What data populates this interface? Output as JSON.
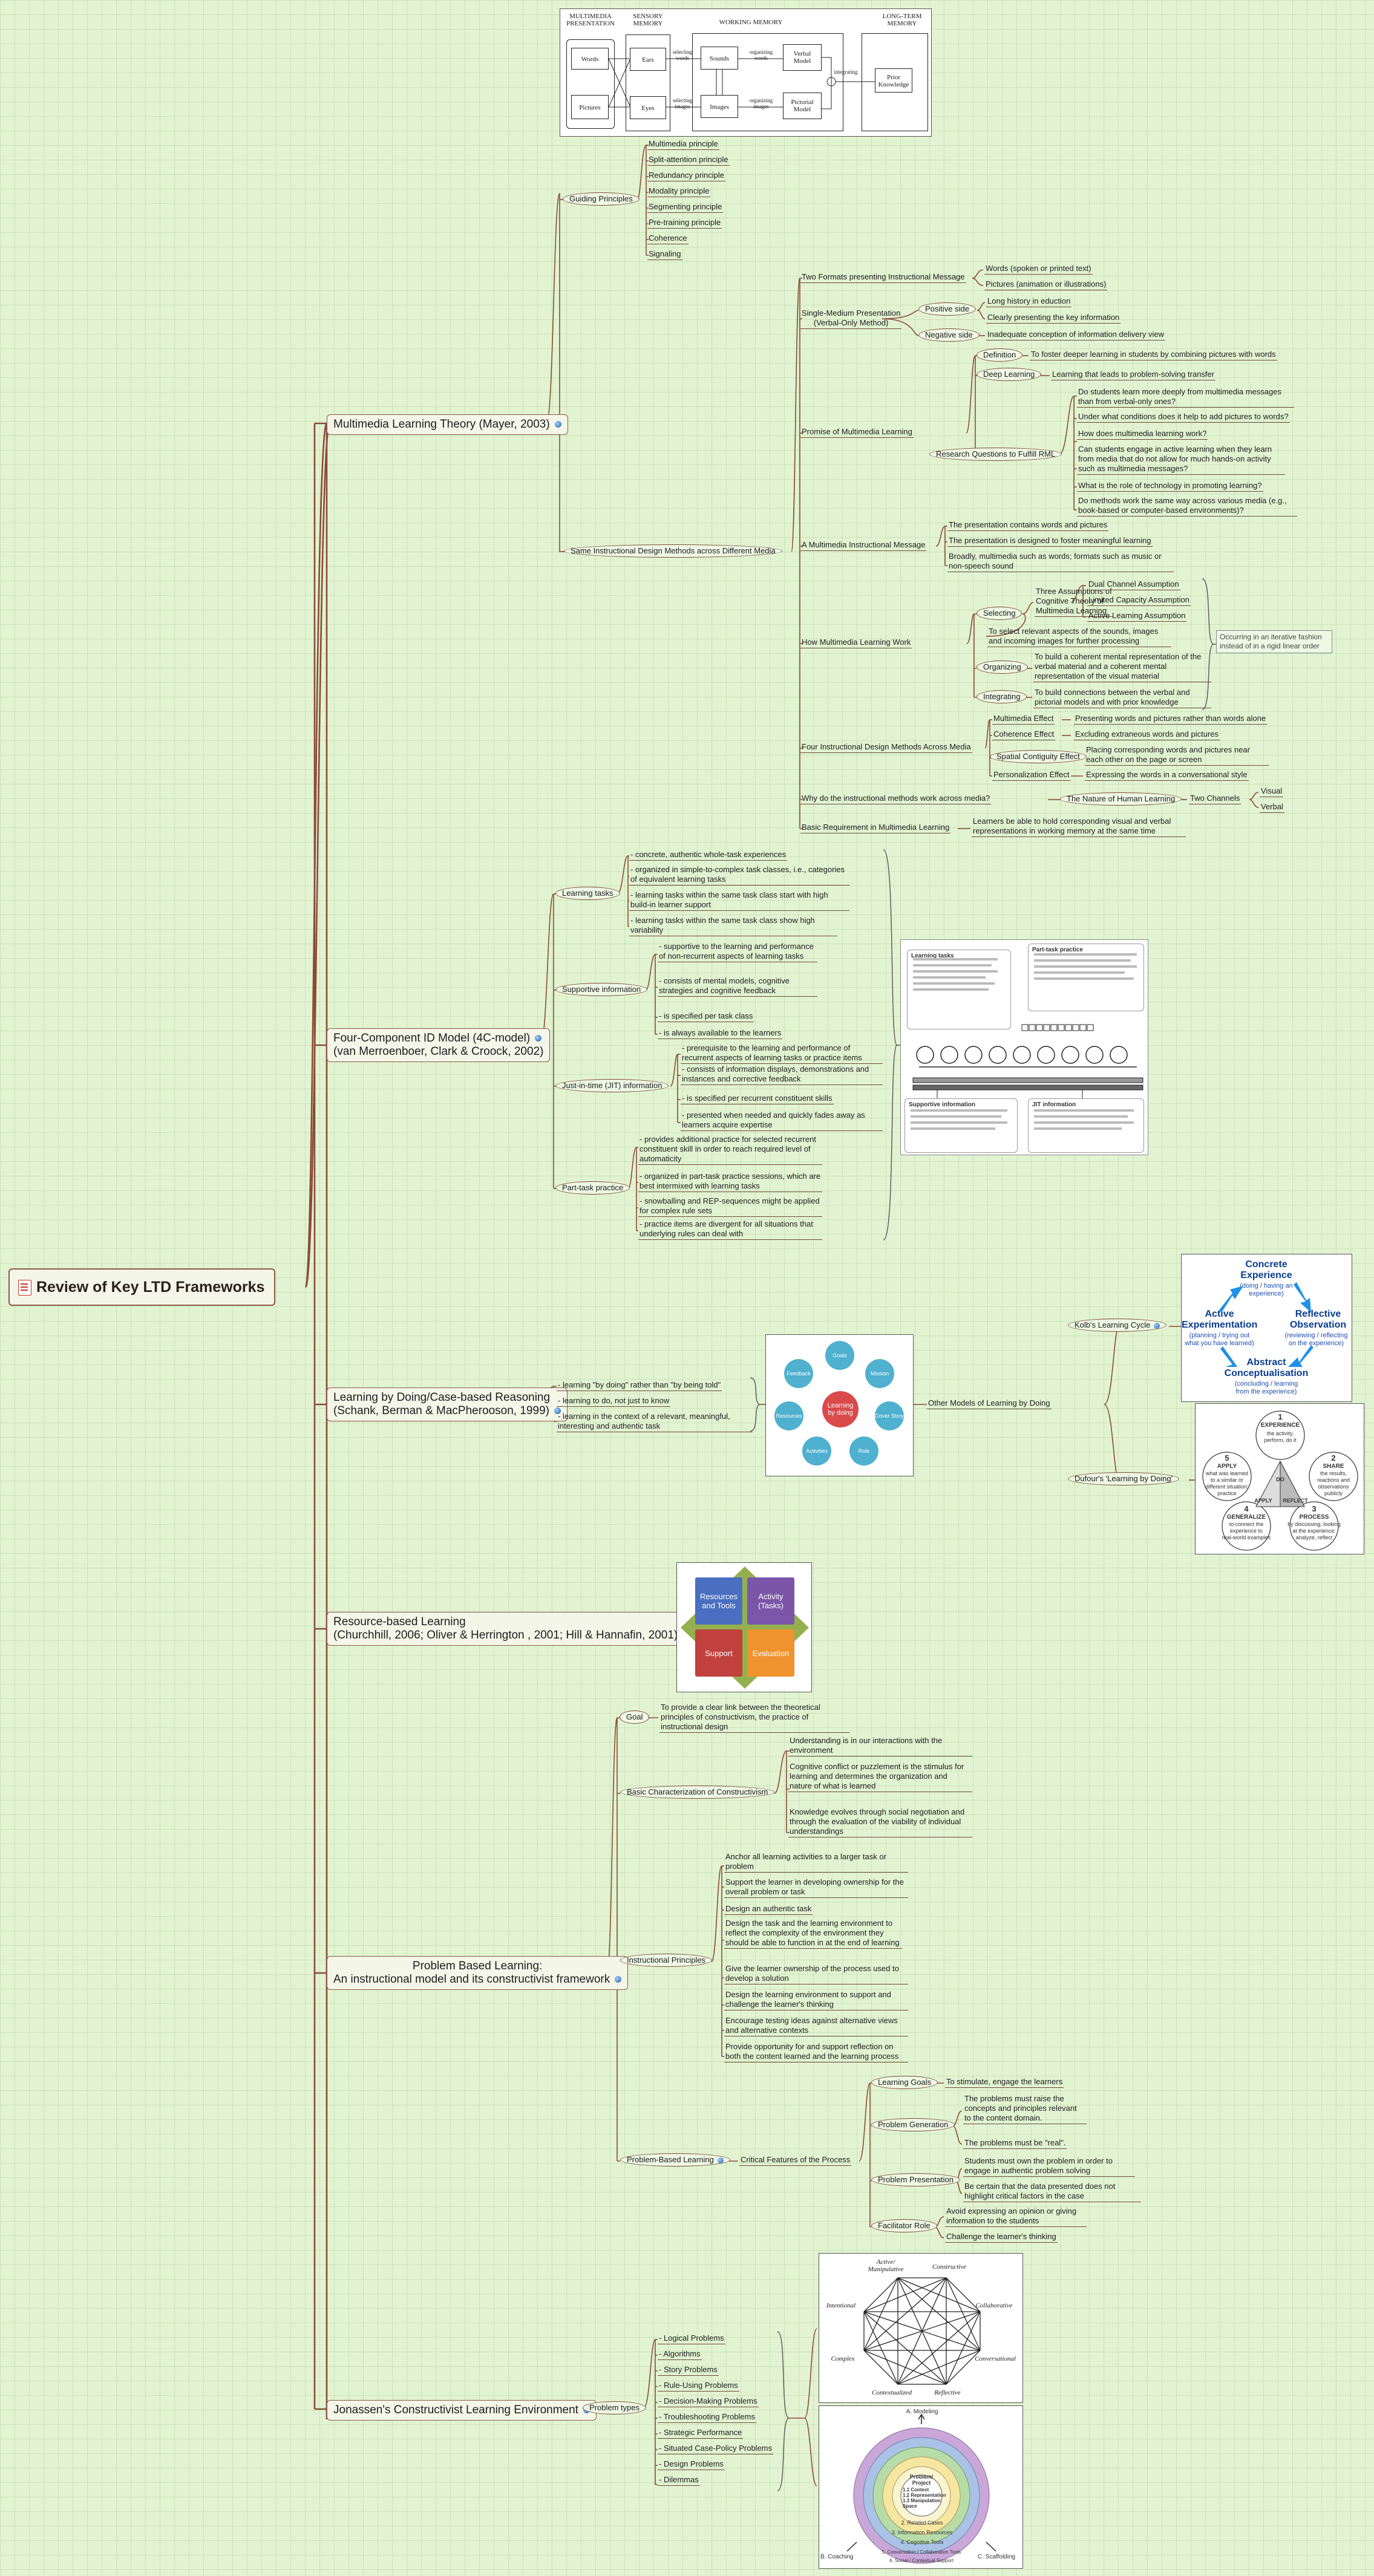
{
  "root": {
    "title": "Review of Key LTD Frameworks"
  },
  "branches": {
    "multimedia": "Multimedia Learning Theory (Mayer, 2003)",
    "fourc_1": "Four-Component ID Model (4C-model)",
    "fourc_2": "(van Merroenboer, Clark & Croock, 2002)",
    "lbd_1": "Learning by Doing/Case-based Reasoning",
    "lbd_2": "(Schank, Berman & MacPherooson, 1999)",
    "rbl_1": "Resource-based Learning",
    "rbl_2": "(Churchhill, 2006; Oliver & Herrington , 2001; Hill & Hannafin, 2001)",
    "pbl_1": "Problem Based Learning:",
    "pbl_2": "An instructional model and its constructivist framework",
    "jcle": "Jonassen's Constructivist Learning Environment"
  },
  "mayer_diagram": {
    "h_multimedia": "MULTIMEDIA\nPRESENTATION",
    "h_sensory": "SENSORY\nMEMORY",
    "h_working": "WORKING MEMORY",
    "h_long": "LONG-TERM\nMEMORY",
    "words": "Words",
    "pictures": "Pictures",
    "ears": "Ears",
    "eyes": "Eyes",
    "sounds": "Sounds",
    "images": "Images",
    "verbal": "Verbal\nModel",
    "pictorial": "Pictorial\nModel",
    "prior": "Prior\nKnowledge",
    "sel_words": "selecting\nwords",
    "sel_images": "selecting\nimages",
    "org_words": "organizing\nwords",
    "org_images": "organizing\nimages",
    "integrating": "integrating"
  },
  "guiding": {
    "label": "Guiding Principles",
    "items": [
      "Multimedia principle",
      "Split-attention principle",
      "Redundancy principle",
      "Modality principle",
      "Segmenting principle",
      "Pre-training principle",
      "Coherence",
      "Signaling"
    ]
  },
  "same_methods": "Same Instructional Design Methods across Different Media",
  "two_formats": {
    "label": "Two Formats presenting Instructional Message",
    "items": [
      "Words (spoken or printed text)",
      "Pictures (animation or illustrations)"
    ]
  },
  "single_medium": {
    "label": "Single-Medium Presentation\n(Verbal-Only Method)",
    "positive": "Positive side",
    "positive_items": [
      "Long history in eduction",
      "Clearly presenting the key information"
    ],
    "negative": "Negative side",
    "negative_items": [
      "Inadequate conception of information delivery view"
    ]
  },
  "promise": {
    "label": "Promise of Multimedia Learning",
    "definition": "Definition",
    "definition_text": "To foster deeper learning in students by combining pictures with words",
    "deep": "Deep Learning",
    "deep_text": "Learning that leads to problem-solving transfer",
    "rq": "Research Questions to Fulfill RML",
    "rq_items": [
      "Do students learn more deeply from multimedia messages than from verbal-only ones?",
      "Under what conditions does it help to add pictures to words?",
      "How does multimedia learning work?",
      "Can students engage in active learning when they learn from media that do not allow for much hands-on activity such as multimedia messages?",
      "What is the role of technology in promoting learning?",
      "Do methods work the same way across various media (e.g., book-based or computer-based environments)?"
    ]
  },
  "mim": {
    "label": "A Multimedia Instructional Message",
    "items": [
      "The presentation contains words and pictures",
      "The presentation is designed to foster meaningful learning",
      "Broadly, multimedia such as words; formats such as music or non-speech sound"
    ]
  },
  "how_works": {
    "label": "How Multimedia Learning Work",
    "selecting": "Selecting",
    "three": "Three Assumptions of\nCognitive Theory of\nMultimedia Learning",
    "assumptions": [
      "Dual Channel Assumption",
      "Limited Capacity Assumption",
      "Active Learning Assumption"
    ],
    "selecting_text": "To select relevant aspects of the sounds, images and incoming images for further processing",
    "organizing": "Organizing",
    "organizing_text": "To build a coherent mental representation of the verbal material and a coherent mental representation of the visual material",
    "integrating": "Integrating",
    "integrating_text": "To build connections between the verbal and pictorial models and with prior knowledge",
    "iterative": "Occurring in an iterative fashion instead of in a rigid linear order"
  },
  "four_methods": {
    "label": "Four Instructional Design Methods Across Media",
    "items": [
      {
        "name": "Multimedia Effect",
        "text": "Presenting words and pictures rather than words alone"
      },
      {
        "name": "Coherence Effect",
        "text": "Excluding extraneous words and pictures"
      },
      {
        "name": "Spatial Contiguity Effect",
        "text": "Placing corresponding words and pictures near each other on the page or screen"
      },
      {
        "name": "Personalization Effect",
        "text": "Expressing the words in a conversational style"
      }
    ]
  },
  "why": {
    "label": "Why do the instructional methods work across media?",
    "nature": "The Nature of Human Learning",
    "channels": "Two Channels",
    "visual": "Visual",
    "verbal": "Verbal"
  },
  "basic_req": {
    "label": "Basic Requirement in Multimedia Learning",
    "text": "Learners be able to hold corresponding visual and verbal representations in working memory at the same time"
  },
  "fourc": {
    "learning_tasks": "Learning tasks",
    "lt_items": [
      "- concrete, authentic whole-task experiences",
      "- organized in simple-to-complex task classes, i.e., categories of equivalent learning tasks",
      "- learning tasks within the same task class start with high build-in learner support",
      "- learning tasks within the same task class show high variability"
    ],
    "supportive": "Supportive information",
    "si_items": [
      "- supportive to the learning and performance of non-recurrent aspects of learning tasks",
      "- consists of mental models, cognitive strategies and cognitive feedback",
      "- is specified per task class",
      "- is always available to the learners"
    ],
    "jit": "Just-in-time (JIT) information",
    "jit_items": [
      "- prerequisite to the learning and performance of recurrent aspects of learning tasks or practice items",
      "- consists of information displays, demonstrations and instances and corrective feedback",
      "- is specified per recurrent constituent skills",
      "- presented when needed and quickly fades away as learners acquire expertise"
    ],
    "parttask": "Part-task practice",
    "pt_items": [
      "- provides additional practice for selected recurrent constituent skill in order to reach required level of automaticity",
      "- organized in part-task practice sessions, which are best intermixed with learning tasks",
      "- snowballing and REP-sequences might be applied for complex rule sets",
      "- practice items are divergent for all situations that underlying rules can deal with"
    ],
    "diag_lt": "Learning tasks",
    "diag_pt": "Part-task practice",
    "diag_si": "Supportive information",
    "diag_jit": "JIT information"
  },
  "lbd": {
    "items": [
      "- learning \"by doing\" rather than \"by being told\"",
      "- learning to do, not just to know",
      "- learning in the context of a relevant, meaningful, interesting and authentic task"
    ],
    "other": "Other Models of Learning by Doing",
    "kolb": "Kolb's Learning Cycle",
    "dufour": "Dufour's 'Learning by Doing'",
    "center": "Learning\nby doing",
    "circles": [
      "Goals",
      "Mission",
      "Cover Story",
      "Role",
      "Activities",
      "Resources",
      "Feedback"
    ]
  },
  "kolb_diagram": {
    "ce": "Concrete\nExperience",
    "ce_sub": "(doing / having an\nexperience)",
    "ro": "Reflective\nObservation",
    "ro_sub": "(reviewing / reflecting\non the experience)",
    "ac": "Abstract\nConceptualisation",
    "ac_sub": "(concluding / learning\nfrom the experience)",
    "ae": "Active\nExperimentation",
    "ae_sub": "(planning / trying out\nwhat you have learned)"
  },
  "dufour_diagram": {
    "n1": "1",
    "l1": "EXPERIENCE",
    "s1": "the activity,\nperform, do it",
    "n2": "2",
    "l2": "SHARE",
    "s2": "the results,\nreactions and\nobservations\npublicly",
    "n3": "3",
    "l3": "PROCESS",
    "s3": "by discussing, looking\nat the experience:\nanalyze, reflect",
    "n4": "4",
    "l4": "GENERALIZE",
    "s4": "to connect the\nexperience to\nreal-world examples",
    "n5": "5",
    "l5": "APPLY",
    "s5": "what was learned\nto a similar or\ndifferent situation;\npractice",
    "do": "DO",
    "apply": "APPLY",
    "reflect": "REFLECT"
  },
  "rbl_diagram": {
    "q1": "Resources\nand Tools",
    "q2": "Activity\n(Tasks)",
    "q3": "Support",
    "q4": "Evaluation"
  },
  "pbl": {
    "goal": "Goal",
    "goal_text": "To provide a clear link between the theoretical principles of constructivism, the practice of instructional design",
    "basic": "Basic Characterization of Constructivism",
    "basic_items": [
      "Understanding is in our interactions with the environment",
      "Cognitive conflict or puzzlement is the stimulus for learning and determines the organization and nature of what is learned",
      "Knowledge evolves through social negotiation and through the evaluation of the viability of individual understandings"
    ],
    "principles": "Instructional Principles",
    "principle_items": [
      "Anchor all learning activities to a larger task or problem",
      "Support the learner in developing ownership for the overall problem or task",
      "Design an authentic task",
      "Design the task and the learning environment to reflect the complexity of the environment they should be able to function in at the end of learning",
      "Give the learner ownership of the process used to develop a solution",
      "Design the learning environment to support and challenge the learner's thinking",
      "Encourage testing ideas against alternative views and alternative contexts",
      "Provide opportunity for and support reflection on both the content learned and the learning process"
    ],
    "pbl_node": "Problem-Based Learning",
    "critical": "Critical Features of the Process",
    "lg": "Learning Goals",
    "lg_text": "To stimulate, engage the learners",
    "pg": "Problem Generation",
    "pg_items": [
      "The problems must raise the concepts and principles relevant to the content domain.",
      "The problems must be \"real\"."
    ],
    "pp": "Problem Presentation",
    "pp_items": [
      "Students must own the problem in order to engage in authentic problem solving",
      "Be certain that the data presented does not highlight critical factors in the case"
    ],
    "fr": "Facilitator Role",
    "fr_items": [
      "Avoid expressing an opinion or giving information to the students",
      "Challenge the learner's thinking"
    ]
  },
  "jonassen": {
    "ptypes": "Problem types",
    "items": [
      "- Logical Problems",
      "- Algorithms",
      "- Story Problems",
      "- Rule-Using Problems",
      "- Decision-Making Problems",
      "- Troubleshooting Problems",
      "- Strategic Performance",
      "- Situated Case-Policy Problems",
      "- Design Problems",
      "- Dilemmas"
    ],
    "octagon": [
      "Active/\nManipulative",
      "Constructive",
      "Collaborative",
      "Conversational",
      "Reflective",
      "Contextualized",
      "Complex",
      "Intentional"
    ],
    "rings_top": "A. Modeling",
    "rings_left": "B. Coaching",
    "rings_right": "C. Scaffolding",
    "rings_center": "Problem/\nProject",
    "rings_center_items": "1.1 Context\n1.2 Representation\n1.3 Manipulation\nSpace",
    "ring2": "2. Related Cases",
    "ring3": "3. Information Resources",
    "ring4": "4. Cognitive Tools",
    "ring5": "5. Conversation / Collaboration Tools",
    "ring6": "6. Social / Contextual Support"
  },
  "colors": {
    "background": "#e2f3d2",
    "edge": "#8a4b38",
    "kolb_blue": "#0a3d91",
    "circle_blue": "#4fb0cf",
    "rbl_blue": "#4a6fc0",
    "rbl_purple": "#7b55a8",
    "rbl_red": "#c0413d",
    "rbl_orange": "#f0922e",
    "rbl_green": "#94b04e"
  }
}
